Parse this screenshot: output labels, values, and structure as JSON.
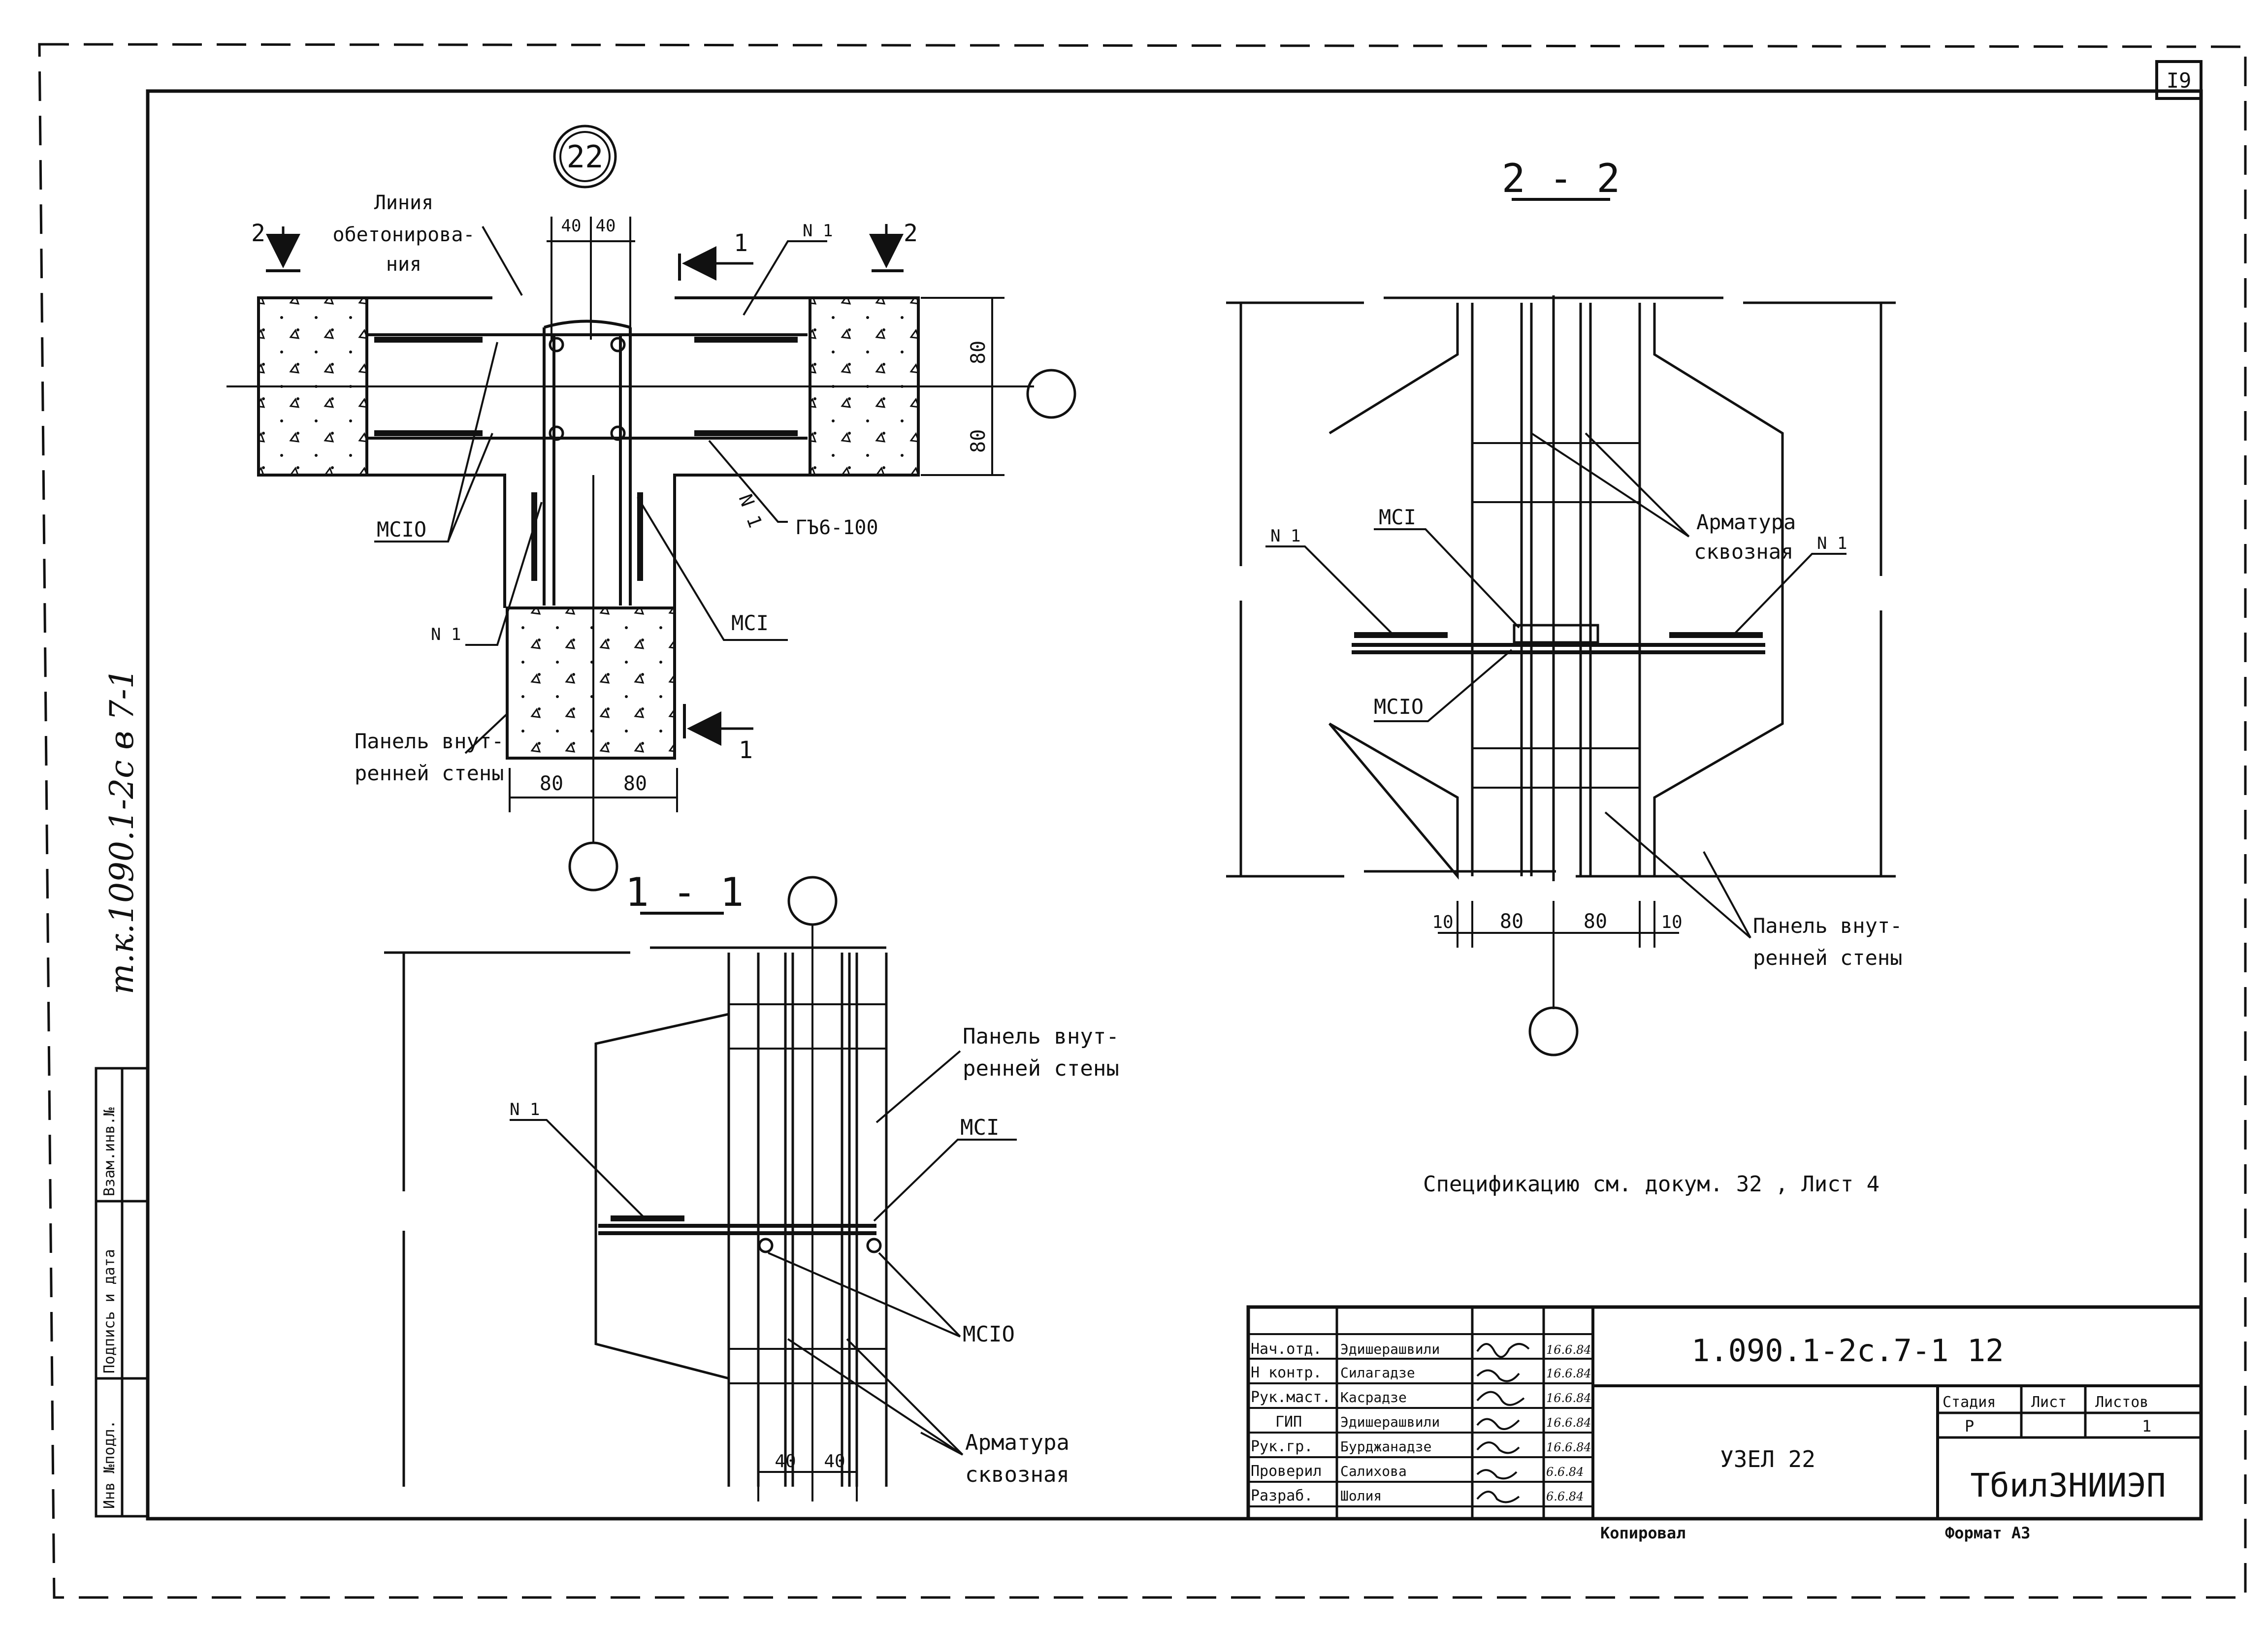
{
  "sheet_number": "I9",
  "node_number": "22",
  "side_note": "т.к.1090.1-2с в 7-1",
  "plan": {
    "section_mark_left": "2",
    "section_mark_right": "2",
    "section_mark_top": "1",
    "section_mark_bottom": "1",
    "label_line": "Линия обетонирова-ния",
    "label_line_1": "Линия",
    "label_line_2": "обетонирова-",
    "label_line_3": "ния",
    "dim_top_a": "40",
    "dim_top_b": "40",
    "label_n1_top": "N 1",
    "dim_right_a": "80",
    "dim_right_b": "80",
    "label_mc10": "МСIО",
    "label_n1_slanted": "N 1",
    "label_gb": "ГЪ6-100",
    "label_n1_left": "N 1",
    "label_mc1": "МСI",
    "label_panel_1": "Панель внут-",
    "label_panel_2": "ренней стены",
    "dim_bottom_a": "80",
    "dim_bottom_b": "80"
  },
  "section_22": {
    "title": "2 - 2",
    "label_armatura_1": "Арматура",
    "label_armatura_2": "сквозная",
    "label_mc1": "МСI",
    "label_n1_left": "N 1",
    "label_n1_right": "N 1",
    "label_mc10": "МСIО",
    "dim_a": "10",
    "dim_b": "80",
    "dim_c": "80",
    "dim_d": "10",
    "label_panel_1": "Панель внут-",
    "label_panel_2": "ренней стены"
  },
  "section_11": {
    "title": "1 - 1",
    "label_n1": "N 1",
    "label_panel_1": "Панель внут-",
    "label_panel_2": "ренней стены",
    "label_mc1": "МСI",
    "label_mc10": "МСIО",
    "label_armatura_1": "Арматура",
    "label_armatura_2": "сквозная",
    "dim_a": "40",
    "dim_b": "40"
  },
  "spec_note": "Спецификацию см. докум. 32 , Лист 4",
  "side_stamp": {
    "inv_podl": "Инв №подл.",
    "podpis": "Подпись и дата",
    "vzam": "Взам.инв.№"
  },
  "title_block": {
    "designation": "1.090.1-2с.7-1 12",
    "title": "УЗЕЛ 22",
    "org": "ТбилЗНИИЭП",
    "stage_label": "Стадия",
    "sheet_label": "Лист",
    "sheets_label": "Листов",
    "stage_value": "Р",
    "sheets_value": "1",
    "copied": "Копировал",
    "format": "Формат А3",
    "rows": [
      {
        "role": "Нач.отд.",
        "name": "Эдишерашвили",
        "date": "16.6.84"
      },
      {
        "role": "Н контр.",
        "name": "Силагадзе",
        "date": "16.6.84"
      },
      {
        "role": "Рук.маст.",
        "name": "Касрадзе",
        "date": "16.6.84"
      },
      {
        "role": "ГИП",
        "name": "Эдишерашвили",
        "date": "16.6.84"
      },
      {
        "role": "Рук.гр.",
        "name": "Бурджанадзе",
        "date": "16.6.84"
      },
      {
        "role": "Проверил",
        "name": "Салихова",
        "date": "6.6.84"
      },
      {
        "role": "Разраб.",
        "name": "Шолия",
        "date": "6.6.84"
      }
    ]
  }
}
